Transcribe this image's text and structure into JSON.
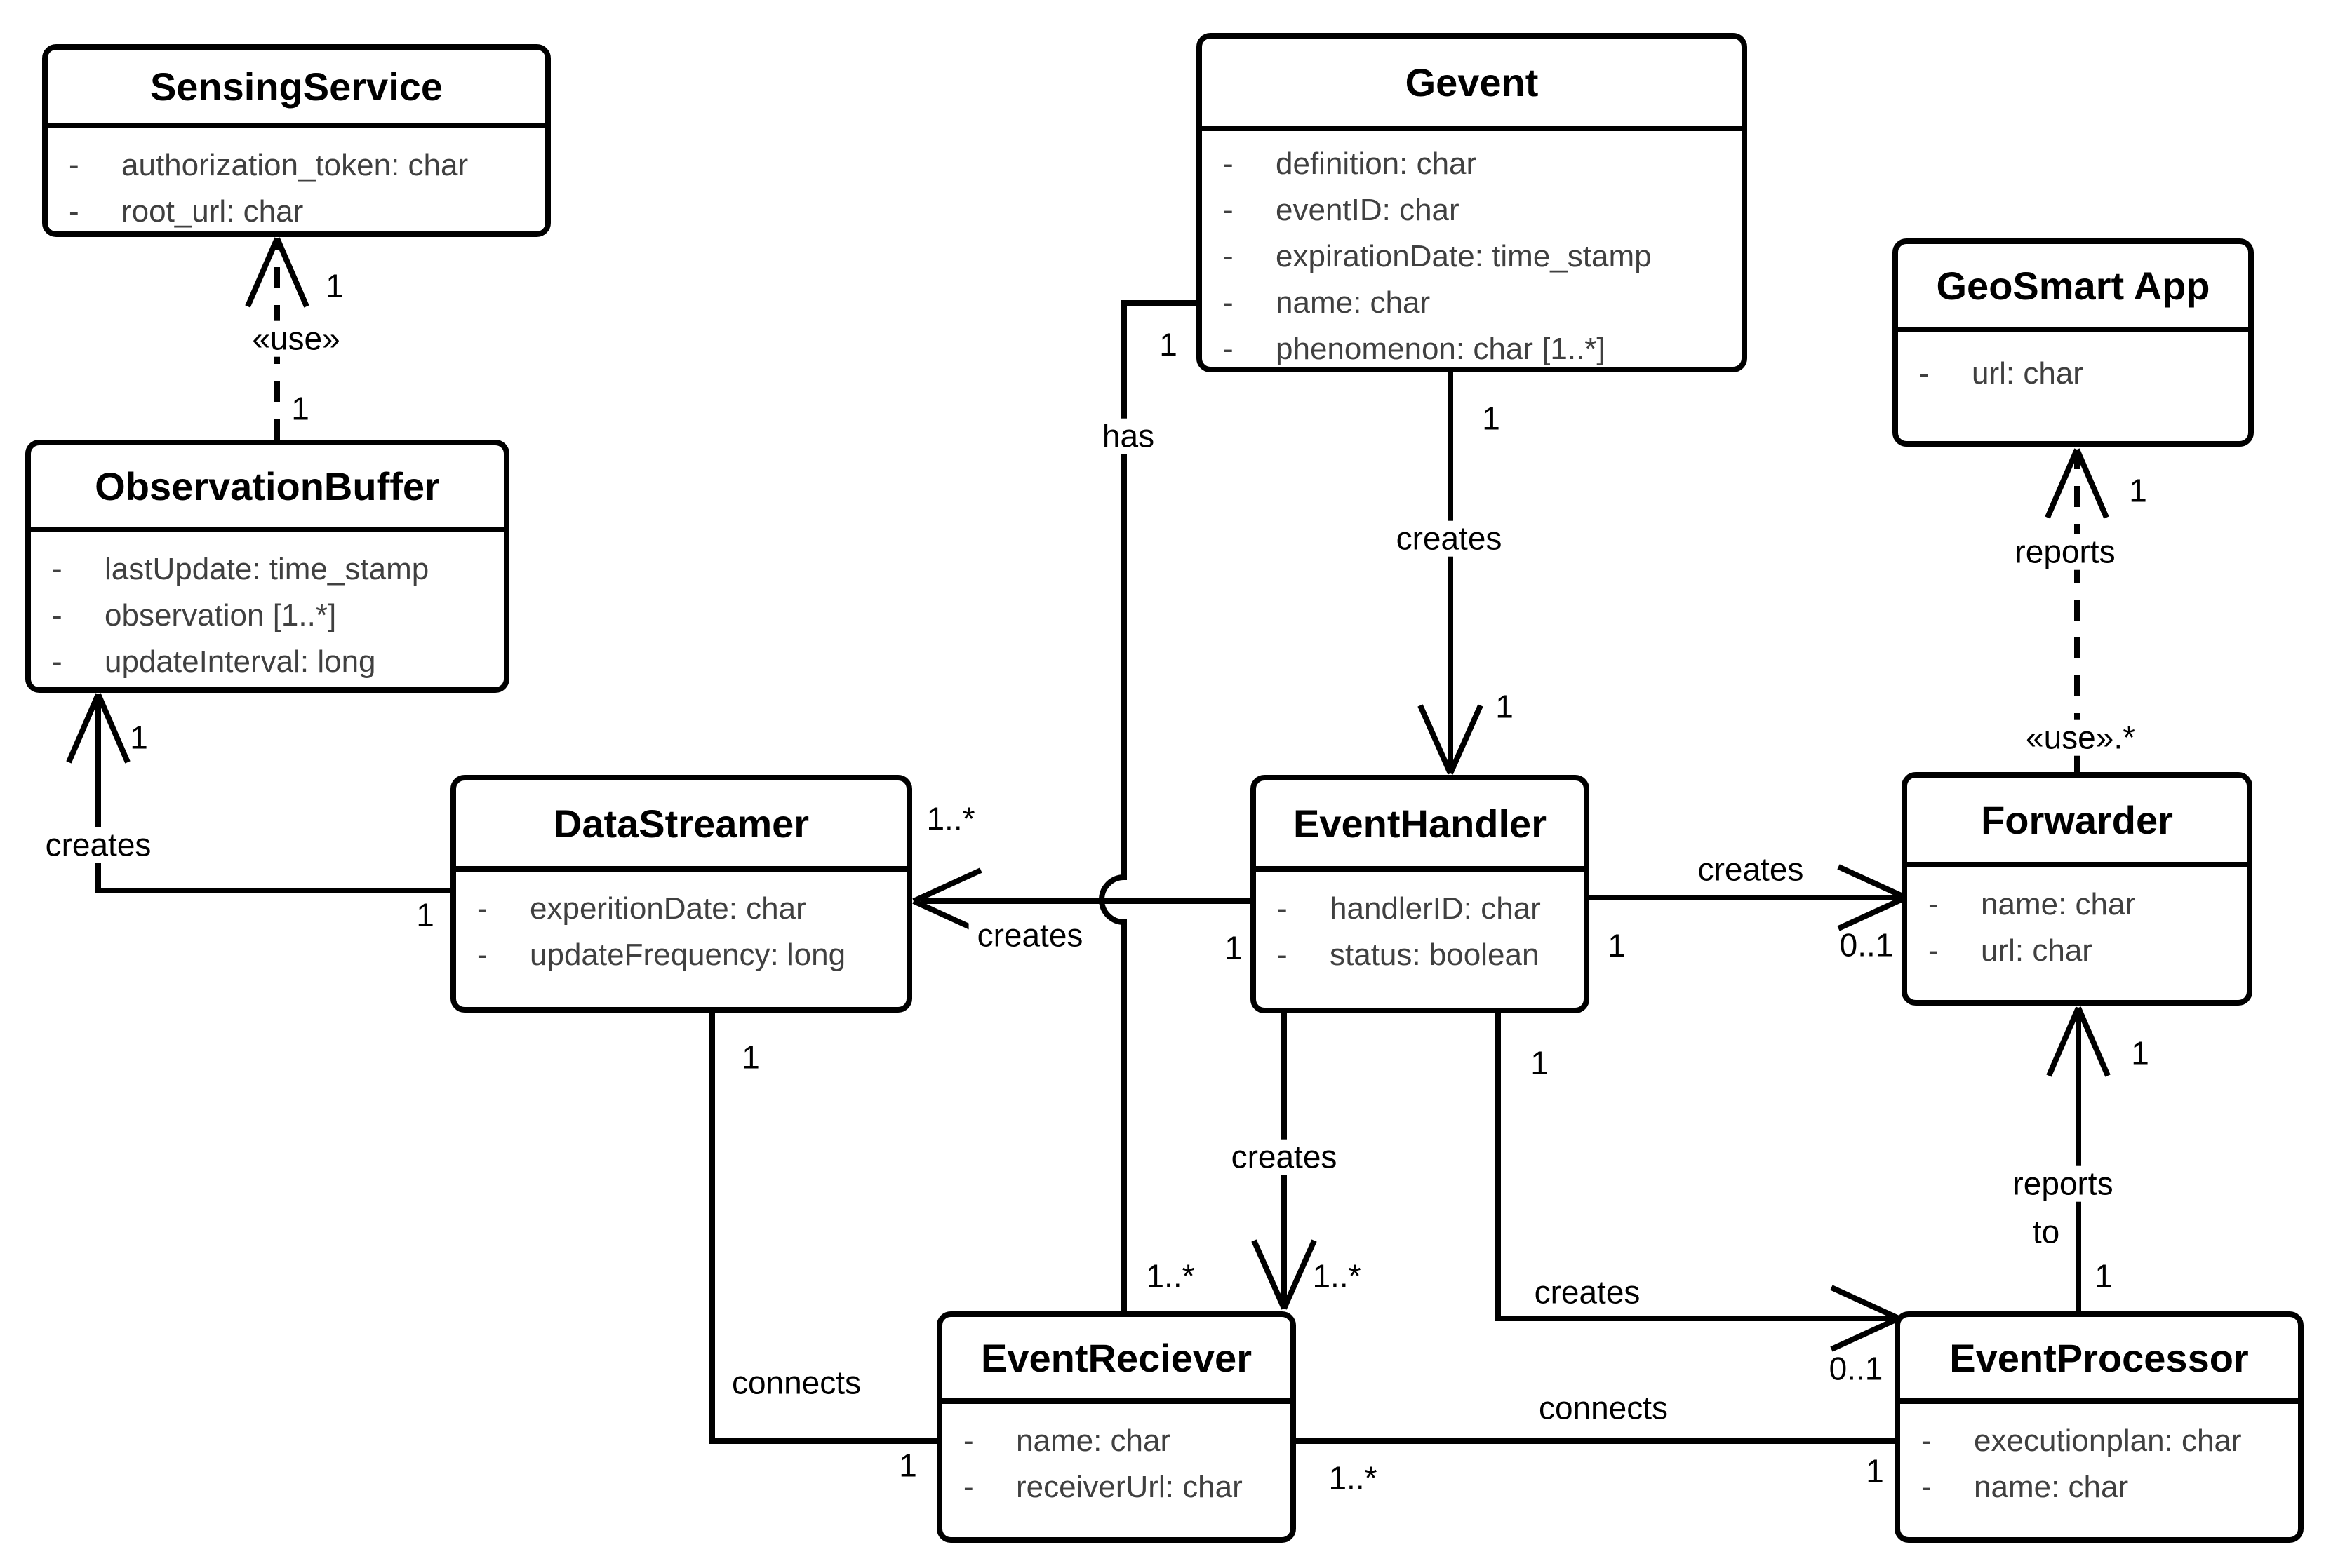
{
  "diagram": {
    "type": "uml-class-diagram",
    "visibility_marker": "-",
    "classes": [
      {
        "id": "sensing-service",
        "name": "SensingService",
        "attributes": [
          "authorization_token: char",
          "root_url: char"
        ]
      },
      {
        "id": "observation-buffer",
        "name": "ObservationBuffer",
        "attributes": [
          "lastUpdate: time_stamp",
          "observation [1..*]",
          "updateInterval: long"
        ]
      },
      {
        "id": "gevent",
        "name": "Gevent",
        "attributes": [
          "definition: char",
          "eventID: char",
          "expirationDate: time_stamp",
          "name: char",
          "phenomenon: char [1..*]"
        ]
      },
      {
        "id": "geosmart-app",
        "name": "GeoSmart App",
        "attributes": [
          "url: char"
        ]
      },
      {
        "id": "data-streamer",
        "name": "DataStreamer",
        "attributes": [
          "experitionDate: char",
          "updateFrequency: long"
        ]
      },
      {
        "id": "event-handler",
        "name": "EventHandler",
        "attributes": [
          "handlerID: char",
          "status: boolean"
        ]
      },
      {
        "id": "forwarder",
        "name": "Forwarder",
        "attributes": [
          "name: char",
          "url: char"
        ]
      },
      {
        "id": "event-reciever",
        "name": "EventReciever",
        "attributes": [
          "name: char",
          "receiverUrl: char"
        ]
      },
      {
        "id": "event-processor",
        "name": "EventProcessor",
        "attributes": [
          "executionplan: char",
          "name: char"
        ]
      }
    ],
    "relationships": [
      {
        "from": "ObservationBuffer",
        "to": "SensingService",
        "stereotype": "«use»",
        "style": "dashed-open-arrow",
        "mult_near_target": "1",
        "mult_near_source": "1"
      },
      {
        "from": "Gevent",
        "to": "EventHandler",
        "label": "creates",
        "style": "solid-open-arrow",
        "mult_near_source": "1",
        "mult_near_target": "1"
      },
      {
        "from": "Gevent",
        "to": "EventReciever",
        "label": "has",
        "style": "solid-line",
        "mult_near_source": "1",
        "mult_near_target": "1..*"
      },
      {
        "from": "EventHandler",
        "to": "DataStreamer",
        "label": "creates",
        "style": "solid-open-arrow",
        "mult_near_source": "1",
        "mult_near_target": "1..*"
      },
      {
        "from": "EventHandler",
        "to": "Forwarder",
        "label": "creates",
        "style": "solid-open-arrow",
        "mult_near_source": "1",
        "mult_near_target": "0..1"
      },
      {
        "from": "EventHandler",
        "to": "EventReciever",
        "label": "creates",
        "style": "solid-open-arrow",
        "mult_near_target": "1..*"
      },
      {
        "from": "EventHandler",
        "to": "EventProcessor",
        "label": "creates",
        "style": "solid-open-arrow",
        "mult_near_source": "1",
        "mult_near_target": "0..1"
      },
      {
        "from": "DataStreamer",
        "to": "ObservationBuffer",
        "label": "creates",
        "style": "solid-open-arrow",
        "mult_near_source": "1",
        "mult_near_target": "1"
      },
      {
        "from": "DataStreamer",
        "to": "EventReciever",
        "label": "connects",
        "style": "solid-line",
        "mult_near_source": "1",
        "mult_near_target": "1"
      },
      {
        "from": "EventReciever",
        "to": "EventProcessor",
        "label": "connects",
        "style": "solid-line",
        "mult_near_source": "1..*",
        "mult_near_target": "1"
      },
      {
        "from": "EventProcessor",
        "to": "Forwarder",
        "label": "reports to",
        "style": "solid-open-arrow",
        "mult_near_source": "1",
        "mult_near_target": "1"
      },
      {
        "from": "Forwarder",
        "to": "GeoSmart App",
        "label": "reports",
        "stereotype": "«use».*",
        "style": "dashed-open-arrow",
        "mult_near_target": "1"
      }
    ],
    "annotations": [
      {
        "text": "1"
      },
      {
        "text": "«use»"
      },
      {
        "text": "1"
      },
      {
        "text": "1"
      },
      {
        "text": "creates"
      },
      {
        "text": "1"
      },
      {
        "text": "1"
      },
      {
        "text": "has"
      },
      {
        "text": "1..*"
      },
      {
        "text": "1..*"
      },
      {
        "text": "creates"
      },
      {
        "text": "1"
      },
      {
        "text": "creates"
      },
      {
        "text": "1"
      },
      {
        "text": "0..1"
      },
      {
        "text": "1"
      },
      {
        "text": "reports"
      },
      {
        "text": "«use».*"
      },
      {
        "text": "1"
      },
      {
        "text": "reports"
      },
      {
        "text": "to"
      },
      {
        "text": "1"
      },
      {
        "text": "1"
      },
      {
        "text": "creates"
      },
      {
        "text": "0..1"
      },
      {
        "text": "creates"
      },
      {
        "text": "1..*"
      },
      {
        "text": "1"
      },
      {
        "text": "connects"
      },
      {
        "text": "1"
      },
      {
        "text": "1..*"
      },
      {
        "text": "connects"
      },
      {
        "text": "1"
      },
      {
        "text": "creates"
      },
      {
        "text": "1"
      },
      {
        "text": "1"
      }
    ]
  }
}
